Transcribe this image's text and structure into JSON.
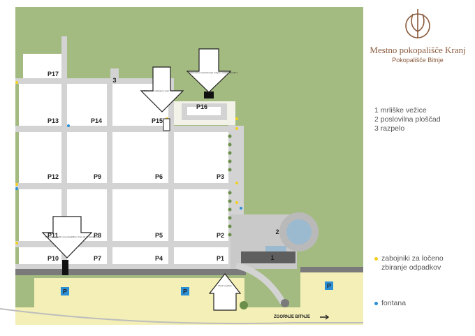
{
  "title": "Mestno pokopališče Kranj",
  "subtitle": "Pokopališče Bitnje",
  "plots": [
    "P17",
    "P13",
    "P14",
    "P15",
    "P16",
    "P12",
    "P9",
    "P6",
    "P3",
    "P11",
    "P8",
    "P5",
    "P2",
    "P10",
    "P7",
    "P4",
    "P1"
  ],
  "numbered_items": [
    {
      "number": "1",
      "label": "1 mrliške vežice"
    },
    {
      "number": "2",
      "label": "2 poslovilna ploščad"
    },
    {
      "number": "3",
      "label": "3 razpelo"
    }
  ],
  "legend": [
    {
      "label_line1": "zabojniki za ločeno",
      "label_line2": "zbiranje odpadkov",
      "color": "#f2cf1c"
    },
    {
      "label": "fontana",
      "color": "#2b8fd6"
    }
  ],
  "parking_symbol": "P",
  "street_label": "ZGORNJE BITNJE",
  "arrow_notes": [
    "Odstranitev posvečenega cvetja in ostalih odpadkov",
    "Odstranitev zelenja in sveč",
    "Vhod za pešce",
    "Odstranitev cvetlic na pokopališču, izven ali ob pokopališču"
  ],
  "colors": {
    "green": "#a3ba80",
    "grass_dark": "#8ca86e",
    "path": "#d3d3d3",
    "plot": "#ffffff",
    "parking": "#f3efb6",
    "road": "#7a7a7a",
    "container": "#f2cf1c",
    "fountain": "#2b8fd6",
    "brand": "#8a5a3c"
  }
}
